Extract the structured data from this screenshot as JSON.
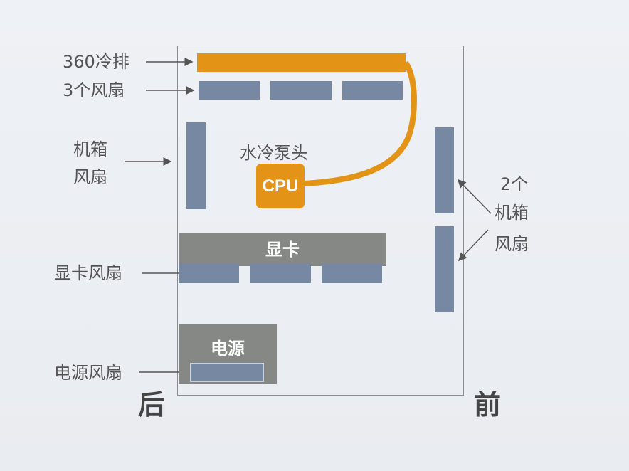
{
  "labels": {
    "radiator": "360冷排",
    "top_fans": "3个风扇",
    "case_fan_left_line1": "机箱",
    "case_fan_left_line2": "风扇",
    "pump": "水冷泵头",
    "cpu": "CPU",
    "gpu": "显卡",
    "gpu_fans": "显卡风扇",
    "psu": "电源",
    "psu_fan": "电源风扇",
    "front_fans_line1": "2个",
    "front_fans_line2": "机箱",
    "front_fans_line3": "风扇",
    "rear": "后",
    "front": "前"
  },
  "colors": {
    "cooling": "#e39316",
    "fan": "#7788a2",
    "component": "#858884",
    "case_outline": "#8a8f96",
    "arrow": "#555555"
  }
}
